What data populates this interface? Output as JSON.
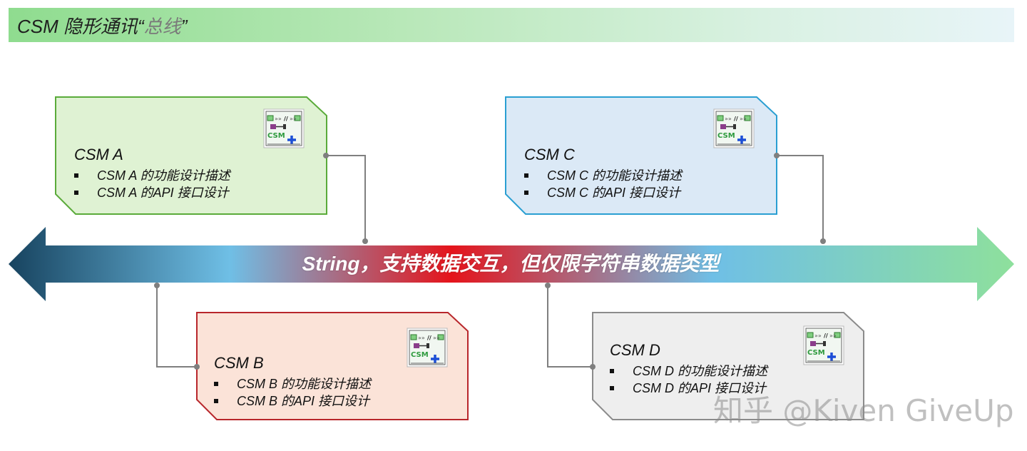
{
  "title": {
    "main": "CSM 隐形通讯“",
    "accent": "总线",
    "close": "”"
  },
  "bus": {
    "label": "String，支持数据交互，但仅限字符串数据类型",
    "colors": [
      "#17435f",
      "#6fbfe6",
      "#e5141b",
      "#6fbfe6",
      "#8ee09c"
    ]
  },
  "cards": [
    {
      "id": "a",
      "title": "CSM A",
      "bullets": [
        "CSM A 的功能设计描述",
        "CSM A 的API 接口设计"
      ],
      "fill": "#dff2d3",
      "border": "#5aab3a"
    },
    {
      "id": "b",
      "title": "CSM B",
      "bullets": [
        "CSM B 的功能设计描述",
        "CSM B 的API 接口设计"
      ],
      "fill": "#fbe3d8",
      "border": "#b8262b"
    },
    {
      "id": "c",
      "title": "CSM C",
      "bullets": [
        "CSM C 的功能设计描述",
        "CSM C 的API 接口设计"
      ],
      "fill": "#dbe9f6",
      "border": "#2a9fd2"
    },
    {
      "id": "d",
      "title": "CSM D",
      "bullets": [
        "CSM D 的功能设计描述",
        "CSM D 的API 接口设计"
      ],
      "fill": "#eeeeee",
      "border": "#8b8b8b"
    }
  ],
  "icon": {
    "name": "csm-icon",
    "label": "CSM"
  },
  "watermark": "知乎 @Kiven GiveUp"
}
